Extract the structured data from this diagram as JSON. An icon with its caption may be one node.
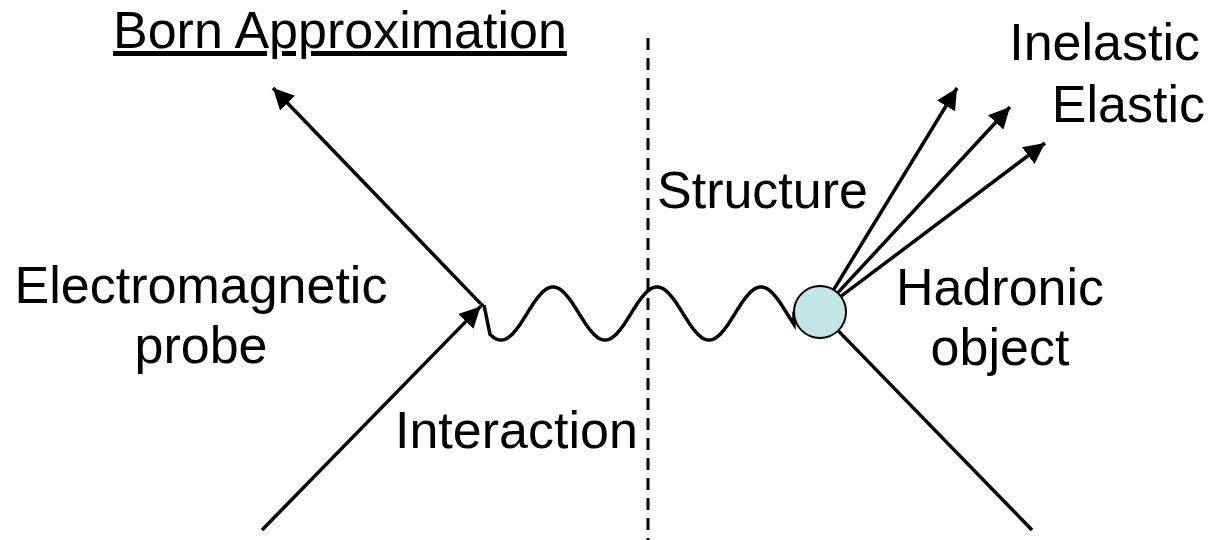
{
  "diagram": {
    "title": "Born Approximation",
    "nodes": [
      {
        "text": [],
        "shape": "point"
      },
      {
        "text": [],
        "shape": "circle"
      }
    ],
    "edges": [
      {
        "from": null,
        "to": 0,
        "arrow": "to"
      },
      {
        "from": 0,
        "to": null,
        "arrow": "to"
      },
      {
        "from": 0,
        "to": 1,
        "arrow": "none"
      },
      {
        "from": 1,
        "to": null,
        "arrow": "to"
      },
      {
        "from": 1,
        "to": null,
        "arrow": "to"
      },
      {
        "from": 1,
        "to": null,
        "arrow": "to"
      },
      {
        "from": 1,
        "to": null,
        "arrow": "none"
      }
    ],
    "labels": [
      "Inelastic",
      "Elastic",
      "Structure",
      "Electromagnetic probe",
      "Hadronic object",
      "Interaction"
    ]
  }
}
